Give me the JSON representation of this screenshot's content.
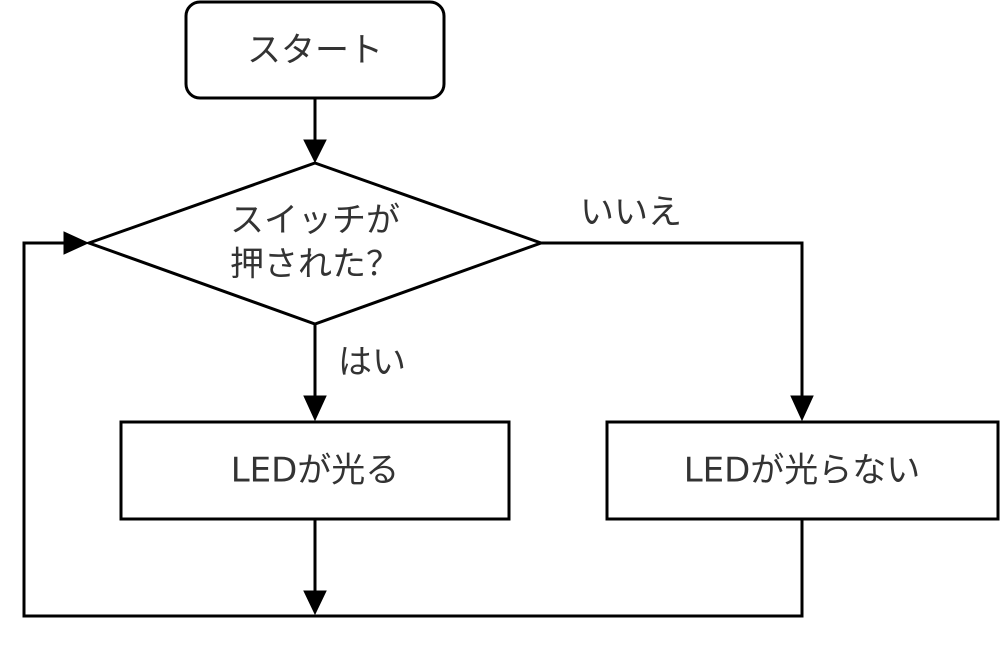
{
  "nodes": {
    "start": {
      "label": "スタート"
    },
    "decision": {
      "line1": "スイッチが",
      "line2": "押された？"
    },
    "led_on": {
      "label": "LEDが光る"
    },
    "led_off": {
      "label": "LEDが光らない"
    }
  },
  "edges": {
    "no_label": "いいえ",
    "yes_label": "はい"
  }
}
